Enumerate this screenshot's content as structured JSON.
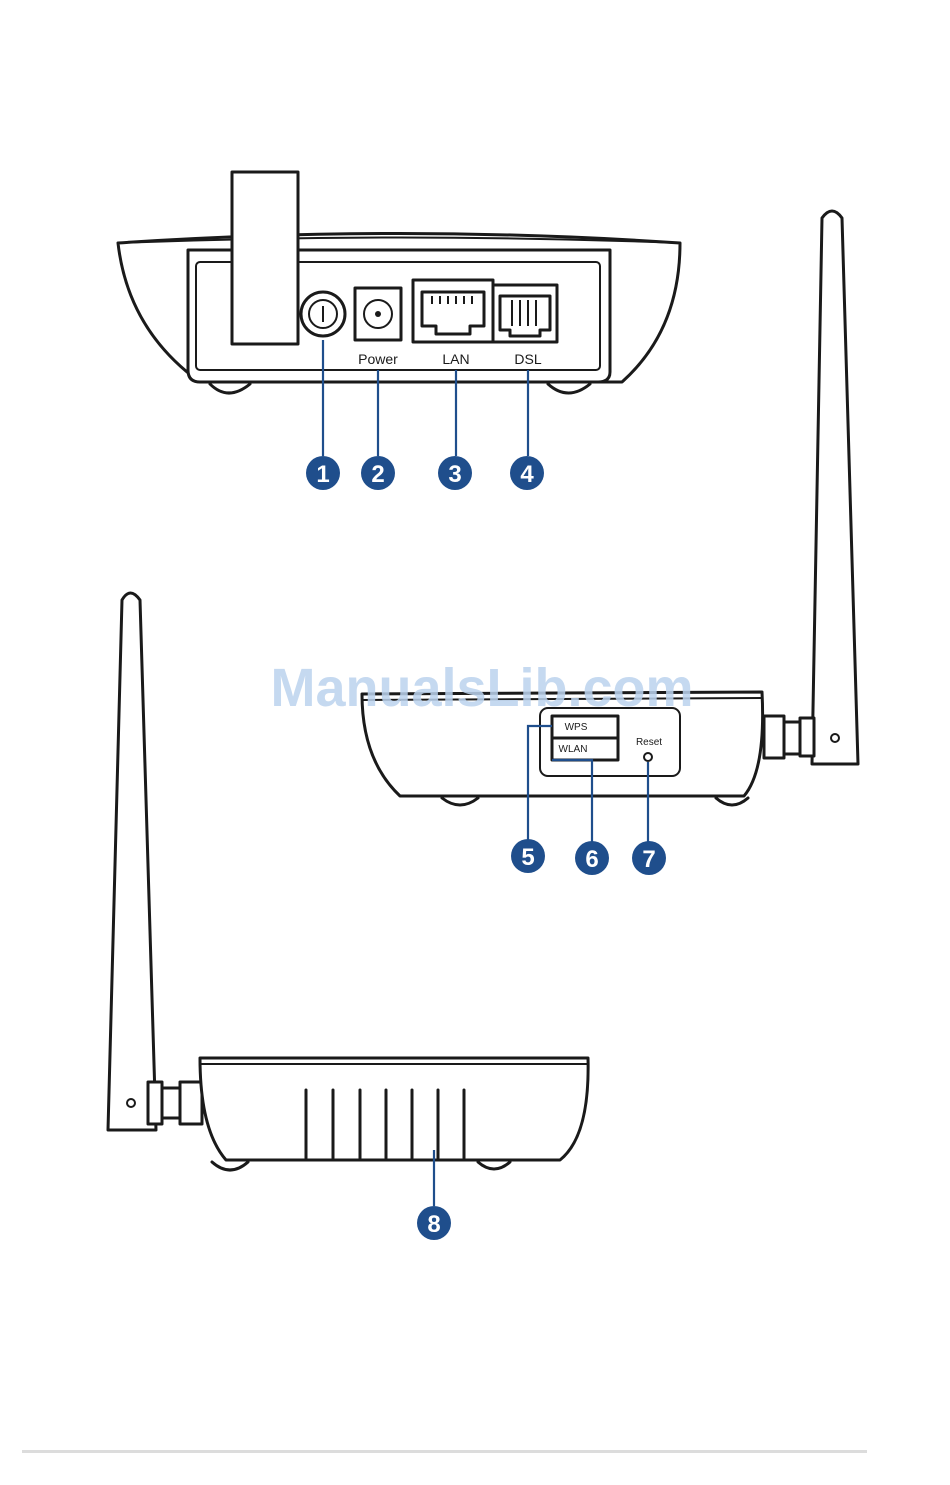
{
  "back_view": {
    "port_labels": [
      "Power",
      "LAN",
      "DSL"
    ]
  },
  "side_view": {
    "button_labels": [
      "WPS",
      "WLAN"
    ],
    "reset_label": "Reset"
  },
  "callouts": [
    "1",
    "2",
    "3",
    "4",
    "5",
    "6",
    "7",
    "8"
  ],
  "watermark": "ManualsLib.com",
  "colors": {
    "callout": "#1f4e8c",
    "line_art": "#1a1a1a",
    "watermark": "#bcd3ee"
  }
}
